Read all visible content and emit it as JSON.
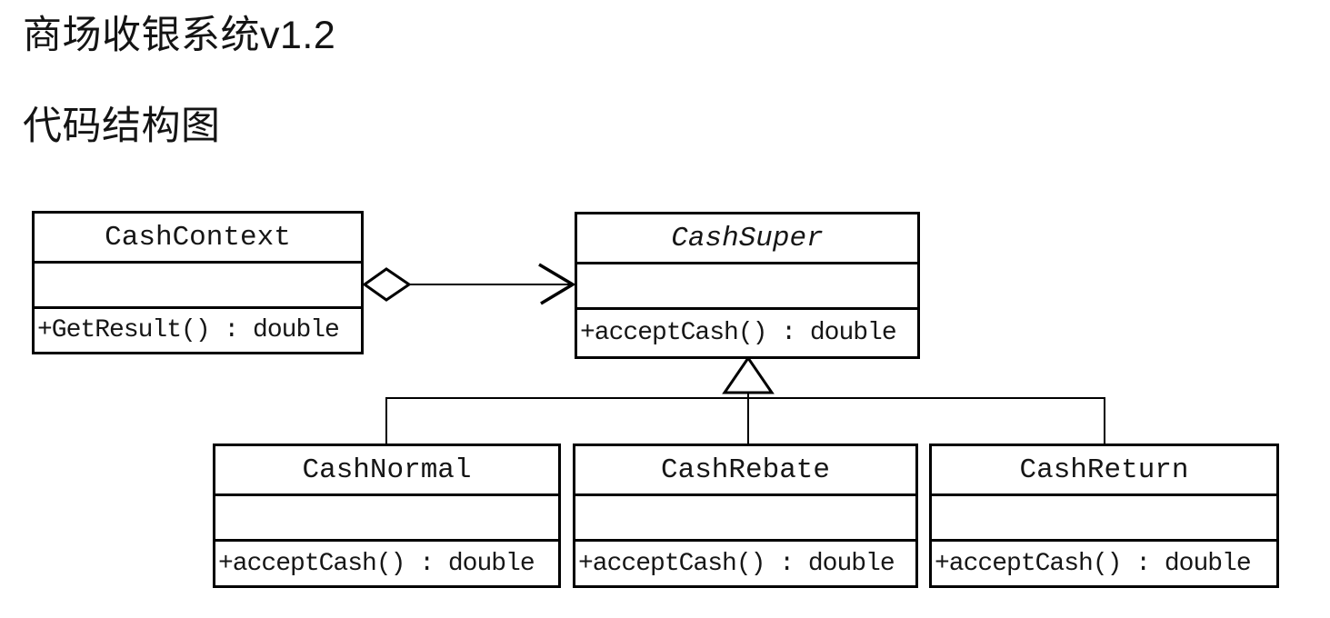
{
  "page": {
    "title": "商场收银系统v1.2",
    "subtitle": "代码结构图"
  },
  "diagram": {
    "line_color": "#000000",
    "background_color": "#ffffff",
    "classes": [
      {
        "name": "CashContext",
        "abstract": false,
        "attributes": "",
        "methods": "+GetResult() : double"
      },
      {
        "name": "CashSuper",
        "abstract": true,
        "attributes": "",
        "methods": "+acceptCash() : double"
      },
      {
        "name": "CashNormal",
        "abstract": false,
        "attributes": "",
        "methods": "+acceptCash() : double"
      },
      {
        "name": "CashRebate",
        "abstract": false,
        "attributes": "",
        "methods": "+acceptCash() : double"
      },
      {
        "name": "CashReturn",
        "abstract": false,
        "attributes": "",
        "methods": "+acceptCash() : double"
      }
    ],
    "relationships": [
      {
        "type": "aggregation",
        "from": "CashContext",
        "to": "CashSuper"
      },
      {
        "type": "inheritance",
        "from": "CashNormal",
        "to": "CashSuper"
      },
      {
        "type": "inheritance",
        "from": "CashRebate",
        "to": "CashSuper"
      },
      {
        "type": "inheritance",
        "from": "CashReturn",
        "to": "CashSuper"
      }
    ]
  }
}
